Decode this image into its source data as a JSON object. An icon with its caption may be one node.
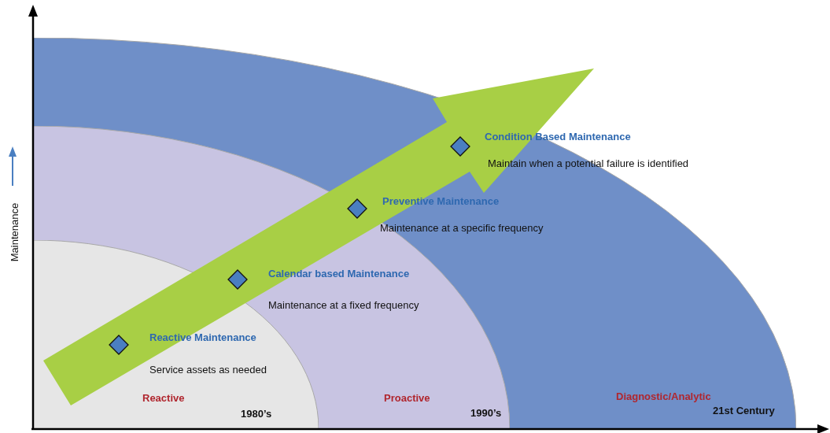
{
  "diagram": {
    "nodes": [
      {
        "text": [
          "Diagnostic/Analytic",
          "21st Century"
        ]
      },
      {
        "text": [
          "Proactive",
          "1990’s"
        ],
        "in": 0
      },
      {
        "text": [
          "Reactive",
          "1980’s"
        ],
        "in": 1
      },
      {
        "text": [],
        "shape": "diamond",
        "in": 2
      },
      {
        "text": [],
        "shape": "diamond",
        "in": 1
      },
      {
        "text": [],
        "shape": "diamond",
        "in": 1
      },
      {
        "text": [],
        "shape": "diamond",
        "in": 0
      }
    ],
    "labels": [
      "Condition Based Maintenance",
      "Maintain when a potential failure is identified",
      "Preventive Maintenance",
      "Maintenance at a specific frequency",
      "Maintenance",
      "Calendar based Maintenance",
      "Maintenance at a fixed frequency",
      "Reactive Maintenance",
      "Service assets as needed"
    ]
  }
}
